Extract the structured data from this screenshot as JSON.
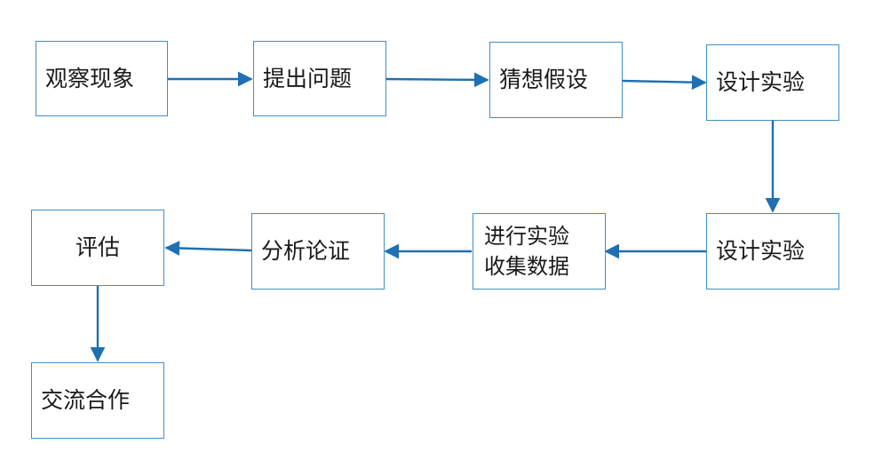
{
  "flowchart": {
    "nodes": [
      {
        "id": "observe",
        "label": "观察现象"
      },
      {
        "id": "question",
        "label": "提出问题"
      },
      {
        "id": "hypothesis",
        "label": "猜想假设"
      },
      {
        "id": "design1",
        "label": "设计实验"
      },
      {
        "id": "design2",
        "label": "设计实验"
      },
      {
        "id": "conduct",
        "label": "进行实验\n收集数据"
      },
      {
        "id": "analyze",
        "label": "分析论证"
      },
      {
        "id": "evaluate",
        "label": "评估"
      },
      {
        "id": "communicate",
        "label": "交流合作"
      }
    ],
    "edges": [
      {
        "from": "observe",
        "to": "question"
      },
      {
        "from": "question",
        "to": "hypothesis"
      },
      {
        "from": "hypothesis",
        "to": "design1"
      },
      {
        "from": "design1",
        "to": "design2"
      },
      {
        "from": "design2",
        "to": "conduct"
      },
      {
        "from": "conduct",
        "to": "analyze"
      },
      {
        "from": "analyze",
        "to": "evaluate"
      },
      {
        "from": "evaluate",
        "to": "communicate"
      }
    ],
    "colors": {
      "node_border": "#3f8fc7",
      "arrow": "#1f6fb2",
      "text": "#1a1a1a"
    }
  }
}
